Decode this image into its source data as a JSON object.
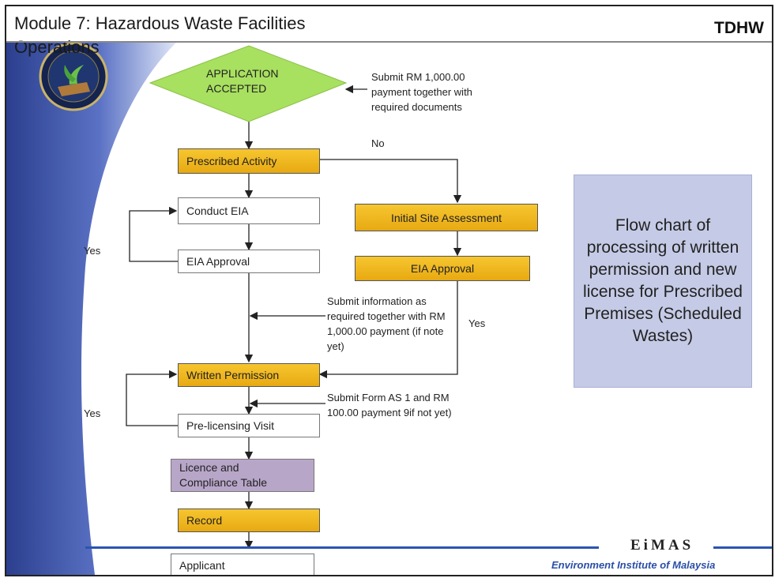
{
  "header": {
    "title_line1": "Module 7: Hazardous Waste Facilities",
    "title_line2": "Operations",
    "badge": "TDHW"
  },
  "flow": {
    "application_accepted": "APPLICATION ACCEPTED",
    "prescribed_activity": "Prescribed Activity",
    "conduct_eia": "Conduct EIA",
    "eia_approval_left": "EIA Approval",
    "initial_site_assessment": "Initial Site Assessment",
    "eia_approval_right": "EIA Approval",
    "written_permission": "Written Permission",
    "pre_licensing_visit": "Pre-licensing Visit",
    "licence_table": "Licence and Compliance Table",
    "record": "Record",
    "applicant": "Applicant"
  },
  "labels": {
    "submit_payment": "Submit RM 1,000.00 payment together with required documents",
    "no": "No",
    "yes_eia": "Yes",
    "submit_info": "Submit information as required together with RM 1,000.00 payment (if note yet)",
    "yes_right": "Yes",
    "submit_form": "Submit Form AS 1 and RM 100.00 payment 9if not yet)",
    "yes_visit": "Yes"
  },
  "note": {
    "text": "Flow chart of processing of written permission and new license for Prescribed Premises (Scheduled Wastes)"
  },
  "footer": {
    "logo_text": "EiMAS",
    "institute": "Environment Institute of Malaysia"
  },
  "colors": {
    "gold": "#f0b820",
    "diamond_green": "#a8e060",
    "purple_box": "#b8a6c9",
    "note_bg": "#c5cbe6",
    "footer_blue": "#2a55b0"
  }
}
